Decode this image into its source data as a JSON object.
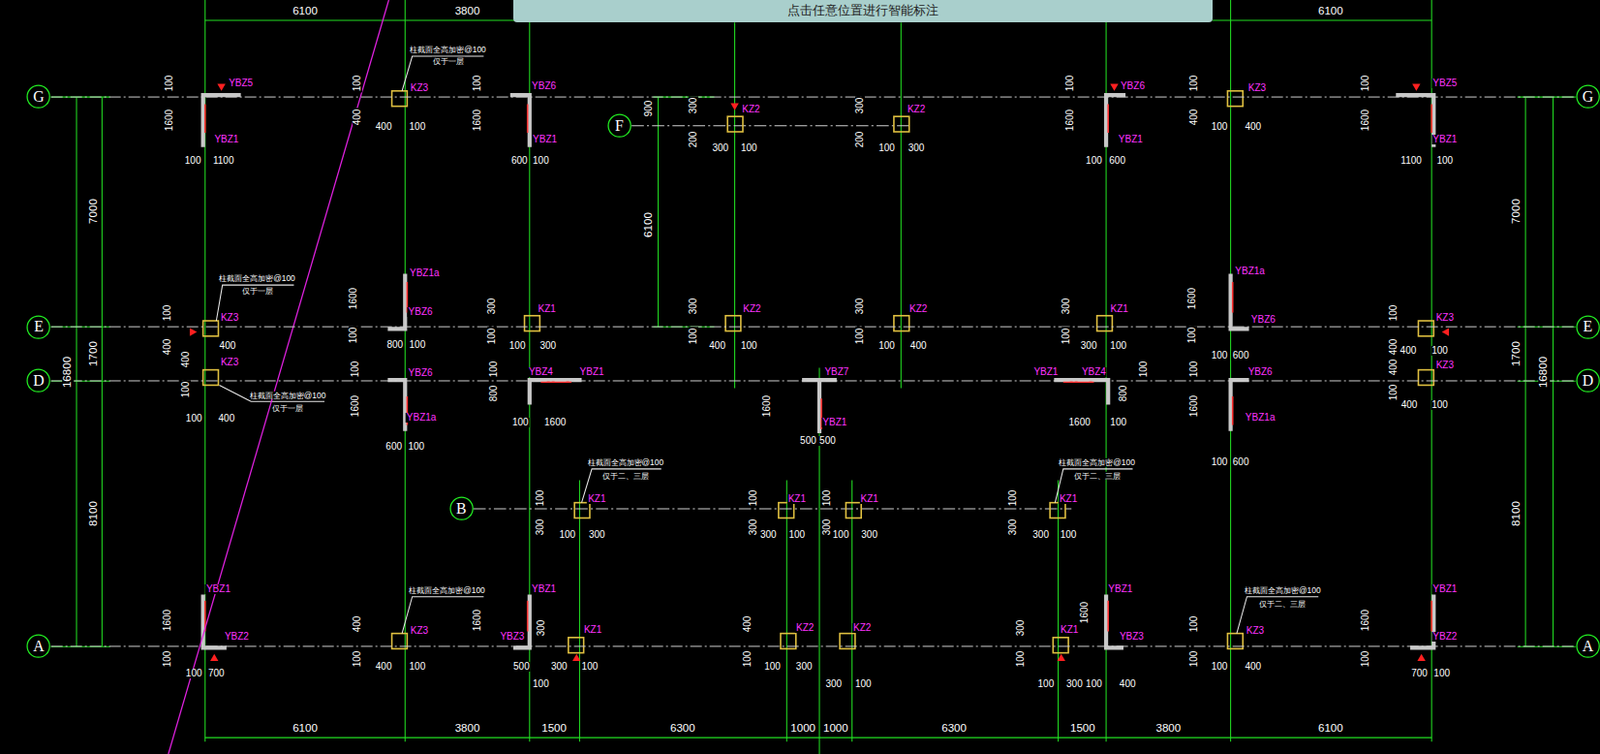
{
  "diagram": {
    "nodes": [
      {
        "text": [
          "点击任意位置进行智能标注"
        ]
      },
      {
        "text": [
          "G"
        ]
      },
      {
        "text": [
          "G"
        ]
      },
      {
        "text": [
          "F"
        ]
      },
      {
        "text": [
          "E"
        ]
      },
      {
        "text": [
          "E"
        ]
      },
      {
        "text": [
          "D"
        ]
      },
      {
        "text": [
          "D"
        ]
      },
      {
        "text": [
          "B"
        ]
      },
      {
        "text": [
          "A"
        ]
      },
      {
        "text": [
          "A"
        ]
      }
    ],
    "edges": [
      {
        "from": 1,
        "to": 2,
        "arrow": "none"
      },
      {
        "from": 4,
        "to": 5,
        "arrow": "none"
      },
      {
        "from": 6,
        "to": 7,
        "arrow": "none"
      },
      {
        "from": 9,
        "to": 10,
        "arrow": "none"
      }
    ],
    "labels": [
      "6100",
      "3800",
      "6100",
      "100",
      "YBZ5",
      "1600",
      "YBZ1",
      "100",
      "1100",
      "柱截面全高加密@100",
      "仅于一层",
      "100",
      "KZ3",
      "400",
      "400",
      "100",
      "100",
      "YBZ6",
      "1600",
      "YBZ1",
      "600",
      "100",
      "900",
      "6100",
      "300",
      "KZ2",
      "200",
      "300",
      "100",
      "300",
      "KZ2",
      "200",
      "100",
      "300",
      "100",
      "YBZ6",
      "1600",
      "YBZ1",
      "100",
      "600",
      "100",
      "KZ3",
      "400",
      "100",
      "400",
      "100",
      "YBZ5",
      "1600",
      "YBZ1",
      "1100",
      "100",
      "16800",
      "7000",
      "1700",
      "8100",
      "7000",
      "1700",
      "8100",
      "16800",
      "柱截面全高加密@100",
      "仅于一层",
      "100",
      "KZ3",
      "400",
      "400",
      "400",
      "KZ3",
      "100",
      "100",
      "400",
      "柱截面全高加密@100",
      "仅于一层",
      "YBZ1a",
      "1600",
      "YBZ6",
      "100",
      "800",
      "100",
      "100",
      "YBZ6",
      "1600",
      "YBZ1a",
      "600",
      "100",
      "300",
      "KZ1",
      "100",
      "100",
      "300",
      "300",
      "KZ2",
      "100",
      "400",
      "100",
      "300",
      "KZ2",
      "100",
      "100",
      "400",
      "300",
      "KZ1",
      "100",
      "300",
      "100",
      "YBZ1a",
      "1600",
      "YBZ6",
      "100",
      "100",
      "600",
      "100",
      "KZ3",
      "400",
      "400",
      "100",
      "100",
      "YBZ4",
      "YBZ1",
      "800",
      "100",
      "1600",
      "YBZ7",
      "1600",
      "YBZ1",
      "500",
      "500",
      "YBZ1",
      "YBZ4",
      "100",
      "800",
      "1600",
      "100",
      "100",
      "YBZ6",
      "1600",
      "YBZ1a",
      "100",
      "600",
      "100",
      "400",
      "KZ3",
      "400",
      "100",
      "柱截面全高加密@100",
      "仅于二、三层",
      "100",
      "KZ1",
      "300",
      "100",
      "300",
      "100",
      "KZ1",
      "300",
      "300",
      "100",
      "100",
      "KZ1",
      "300",
      "100",
      "300",
      "柱截面全高加密@100",
      "仅于二、三层",
      "100",
      "KZ1",
      "300",
      "300",
      "100",
      "YBZ1",
      "1600",
      "YBZ2",
      "100",
      "100",
      "700",
      "柱截面全高加密@100",
      "400",
      "KZ3",
      "100",
      "400",
      "100",
      "YBZ1",
      "1600",
      "YBZ3",
      "500",
      "100",
      "300",
      "KZ1",
      "300",
      "100",
      "400",
      "KZ2",
      "100",
      "100",
      "300",
      "KZ2",
      "300",
      "100",
      "300",
      "KZ1",
      "100",
      "100",
      "300",
      "YBZ1",
      "1600",
      "YBZ3",
      "100",
      "400",
      "柱截面全高加密@100",
      "仅于二、三层",
      "100",
      "KZ3",
      "100",
      "100",
      "400",
      "YBZ1",
      "1600",
      "YBZ2",
      "100",
      "700",
      "100",
      "6100",
      "3800",
      "1500",
      "6300",
      "1000",
      "1000",
      "6300",
      "1500",
      "3800",
      "6100"
    ]
  }
}
